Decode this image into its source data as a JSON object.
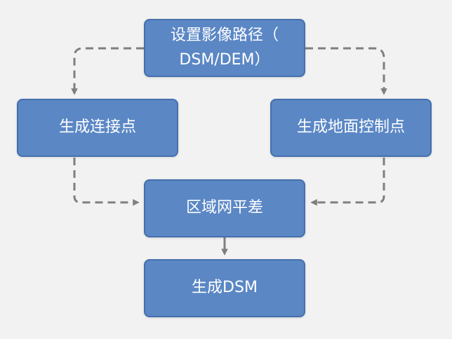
{
  "colors": {
    "node_fill": "#5b87c5",
    "node_border": "#4470ad",
    "node_text": "#ffffff",
    "connector": "#7f7f7f",
    "background": "#f2f2f2"
  },
  "nodes": {
    "set_path": {
      "line1": "设置影像路径（",
      "line2": "DSM/DEM）"
    },
    "gen_tie_points": {
      "label": "生成连接点"
    },
    "gen_gcp": {
      "label": "生成地面控制点"
    },
    "block_adjustment": {
      "label": "区域网平差"
    },
    "gen_dsm": {
      "label": "生成DSM"
    }
  },
  "edges": [
    {
      "from": "set_path",
      "to": "gen_tie_points",
      "style": "dashed"
    },
    {
      "from": "set_path",
      "to": "gen_gcp",
      "style": "dashed"
    },
    {
      "from": "gen_tie_points",
      "to": "block_adjustment",
      "style": "dashed"
    },
    {
      "from": "gen_gcp",
      "to": "block_adjustment",
      "style": "dashed"
    },
    {
      "from": "block_adjustment",
      "to": "gen_dsm",
      "style": "solid"
    }
  ]
}
